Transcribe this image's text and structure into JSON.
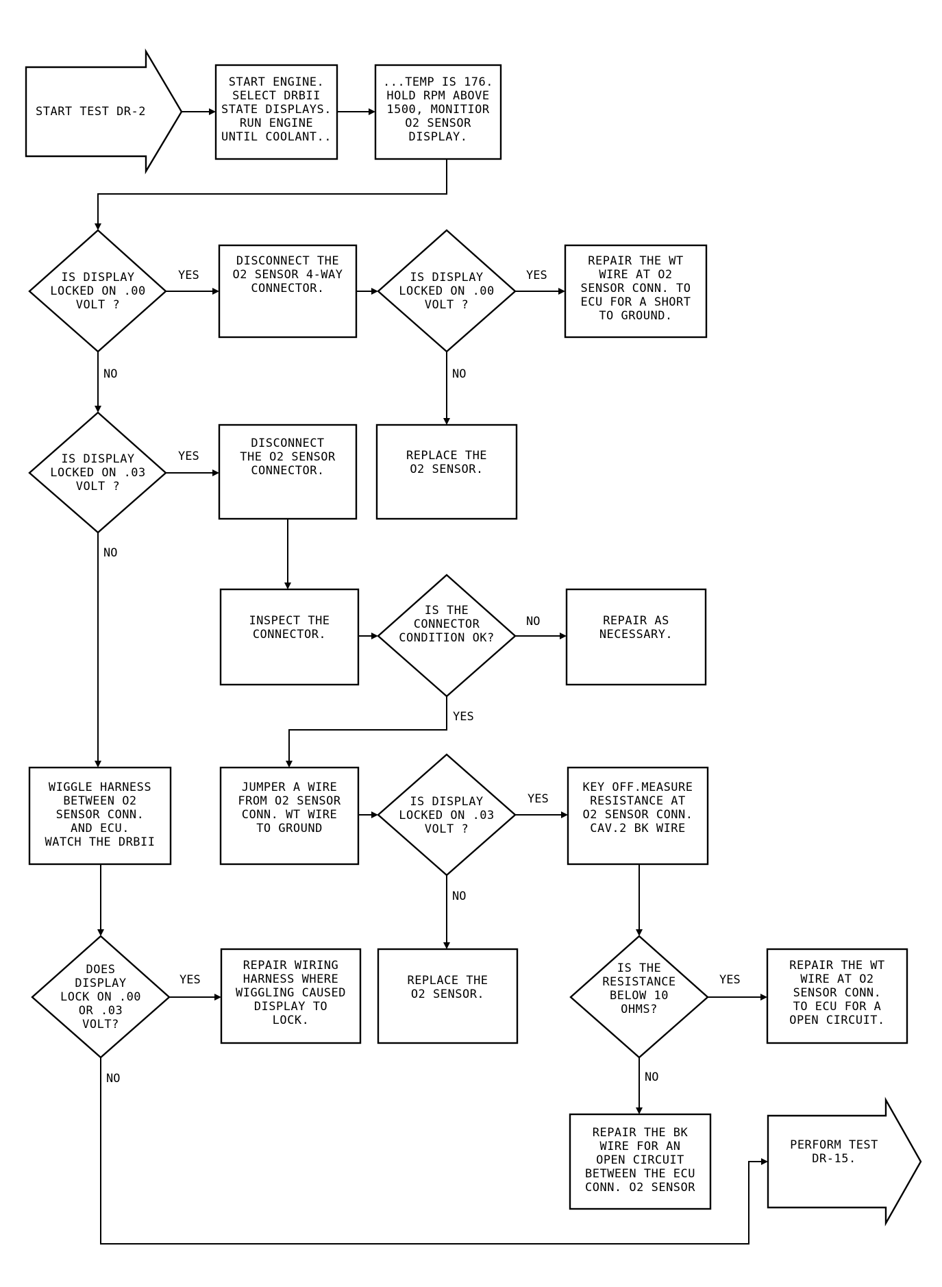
{
  "start": {
    "lines": [
      "START TEST DR-2"
    ]
  },
  "step_start_engine": {
    "lines": [
      "START ENGINE.",
      "SELECT DRBII",
      "STATE DISPLAYS.",
      "RUN ENGINE",
      "UNTIL COOLANT.."
    ]
  },
  "step_temp": {
    "lines": [
      "...TEMP IS 176.",
      "HOLD RPM ABOVE",
      "1500, MONITIOR",
      "O2 SENSOR",
      "DISPLAY."
    ]
  },
  "decision_locked_00": {
    "lines": [
      "IS DISPLAY",
      "LOCKED ON .00",
      "VOLT ?"
    ]
  },
  "step_disconnect_4way": {
    "lines": [
      "DISCONNECT THE",
      "O2 SENSOR 4-WAY",
      "CONNECTOR."
    ]
  },
  "decision_locked_00_b": {
    "lines": [
      "IS DISPLAY",
      "LOCKED ON .00",
      "VOLT ?"
    ]
  },
  "step_repair_wt_short": {
    "lines": [
      "REPAIR THE WT",
      "WIRE AT O2",
      "SENSOR CONN. TO",
      "ECU FOR A SHORT",
      "TO GROUND."
    ]
  },
  "step_replace_sensor_1": {
    "lines": [
      "REPLACE THE",
      "O2 SENSOR."
    ]
  },
  "decision_locked_03": {
    "lines": [
      "IS DISPLAY",
      "LOCKED ON .03",
      "VOLT ?"
    ]
  },
  "step_disconnect_connector": {
    "lines": [
      "DISCONNECT",
      "THE O2 SENSOR",
      "CONNECTOR."
    ]
  },
  "step_inspect_connector": {
    "lines": [
      "INSPECT THE",
      "CONNECTOR."
    ]
  },
  "decision_connector_ok": {
    "lines": [
      "IS THE",
      "CONNECTOR",
      "CONDITION OK?"
    ]
  },
  "step_repair_as_necessary": {
    "lines": [
      "REPAIR AS",
      "NECESSARY."
    ]
  },
  "step_wiggle_harness": {
    "lines": [
      "WIGGLE HARNESS",
      "BETWEEN O2",
      "SENSOR CONN.",
      "AND ECU.",
      "WATCH THE DRBII"
    ]
  },
  "step_jumper_wire": {
    "lines": [
      "JUMPER A WIRE",
      "FROM O2 SENSOR",
      "CONN. WT WIRE",
      "TO GROUND"
    ]
  },
  "decision_locked_03_b": {
    "lines": [
      "IS DISPLAY",
      "LOCKED ON .03",
      "VOLT ?"
    ]
  },
  "step_key_off_measure": {
    "lines": [
      "KEY OFF.MEASURE",
      "RESISTANCE AT",
      "O2 SENSOR CONN.",
      "CAV.2 BK WIRE"
    ]
  },
  "decision_lock_00_03": {
    "lines": [
      "DOES",
      "DISPLAY",
      "LOCK ON .00",
      "OR .03",
      "VOLT?"
    ]
  },
  "step_repair_wiring_harness": {
    "lines": [
      "REPAIR WIRING",
      "HARNESS WHERE",
      "WIGGLING CAUSED",
      "DISPLAY TO",
      "LOCK."
    ]
  },
  "step_replace_sensor_2": {
    "lines": [
      "REPLACE THE",
      "O2 SENSOR."
    ]
  },
  "decision_resistance": {
    "lines": [
      "IS THE",
      "RESISTANCE",
      "BELOW 10",
      "OHMS?"
    ]
  },
  "step_repair_wt_open": {
    "lines": [
      "REPAIR THE WT",
      "WIRE AT O2",
      "SENSOR CONN.",
      "TO ECU FOR A",
      "OPEN CIRCUIT."
    ]
  },
  "step_repair_bk_open": {
    "lines": [
      "REPAIR THE BK",
      "WIRE FOR AN",
      "OPEN CIRCUIT",
      "BETWEEN THE ECU",
      "CONN. O2 SENSOR"
    ]
  },
  "end": {
    "lines": [
      "PERFORM TEST",
      "DR-15."
    ]
  },
  "branch_labels": {
    "yes": "YES",
    "no": "NO"
  }
}
